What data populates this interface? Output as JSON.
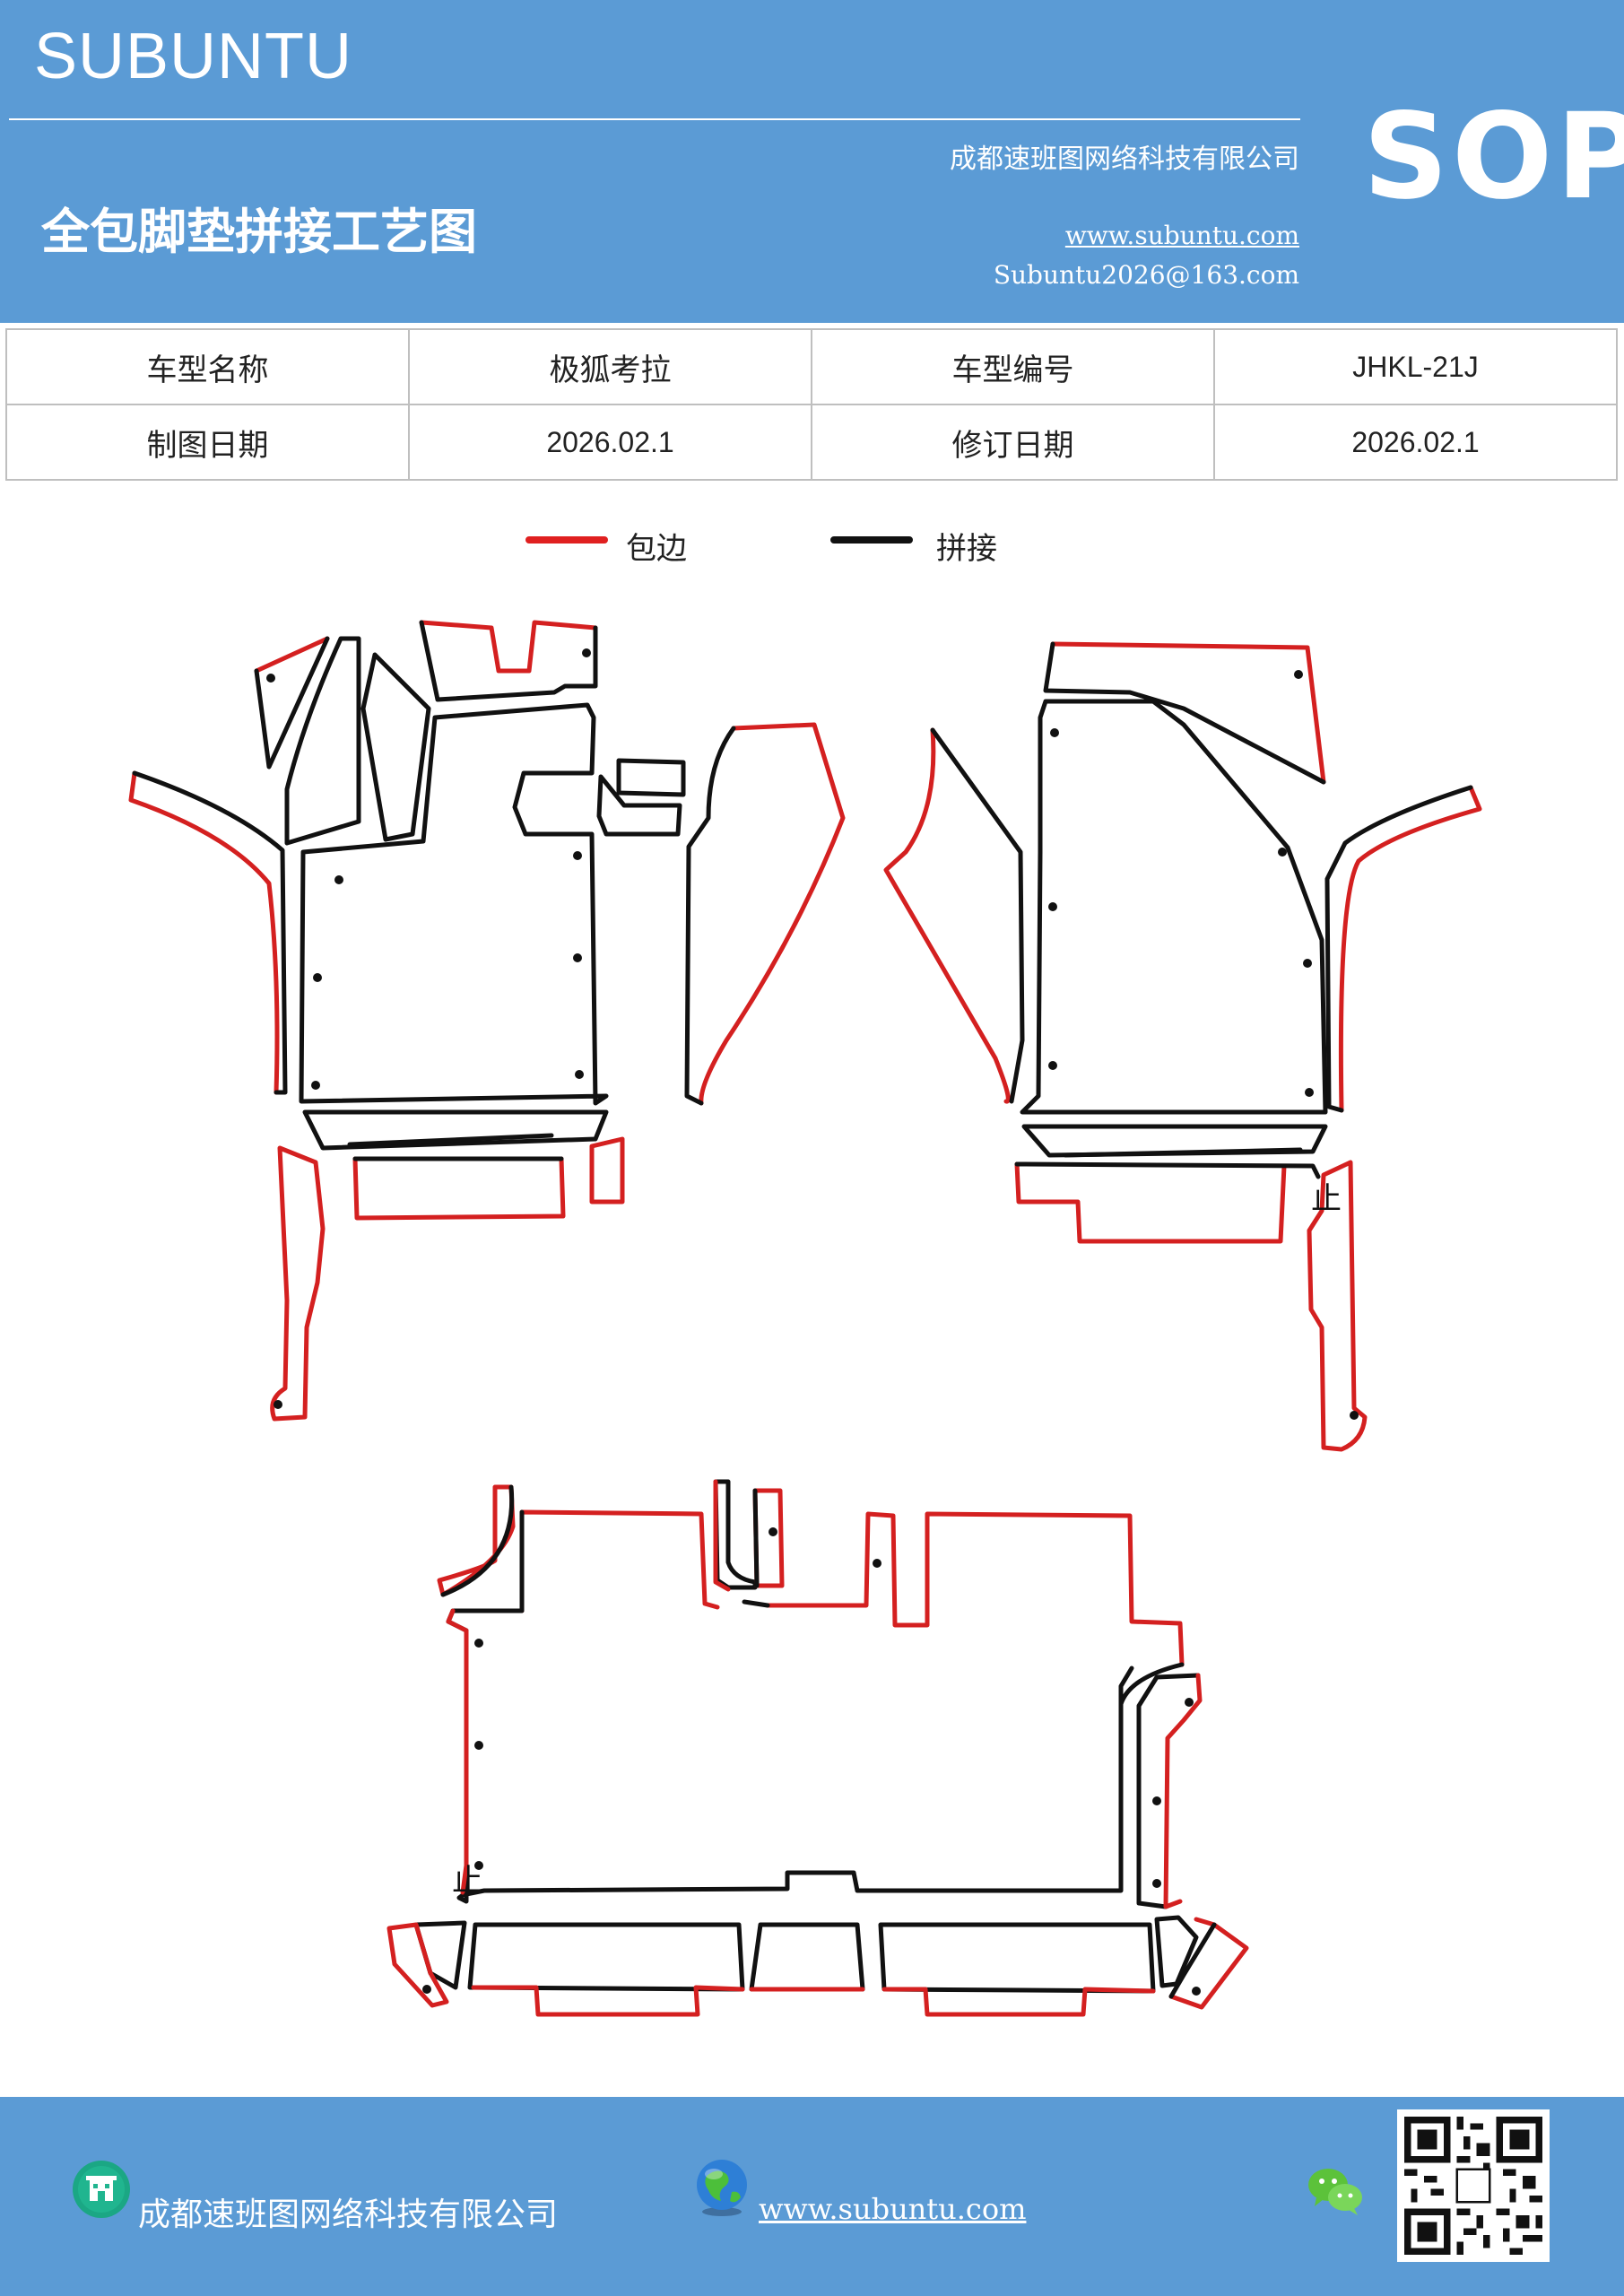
{
  "header": {
    "brand": "SUBUNTU",
    "company": "成都速班图网络科技有限公司",
    "title": "全包脚垫拼接工艺图",
    "website": "www.subuntu.com",
    "email": "Subuntu2026@163.com",
    "badge": "SOP"
  },
  "info": {
    "row1": {
      "label1": "车型名称",
      "value1": "极狐考拉",
      "label2": "车型编号",
      "value2": "JHKL-21J"
    },
    "row2": {
      "label1": "制图日期",
      "value1": "2026.02.1",
      "label2": "修订日期",
      "value2": "2026.02.1"
    }
  },
  "legend": {
    "edge_label": "包边",
    "edge_color": "#e02020",
    "joint_label": "拼接",
    "joint_color": "#111111"
  },
  "marks": {
    "upper_right": "止",
    "lower_left": "止"
  },
  "footer": {
    "company": "成都速班图网络科技有限公司",
    "website": "www.subuntu.com",
    "company_icon": "building-icon",
    "website_icon": "globe-icon",
    "wechat_icon": "wechat-icon",
    "qr_icon": "qr-code-icon"
  }
}
